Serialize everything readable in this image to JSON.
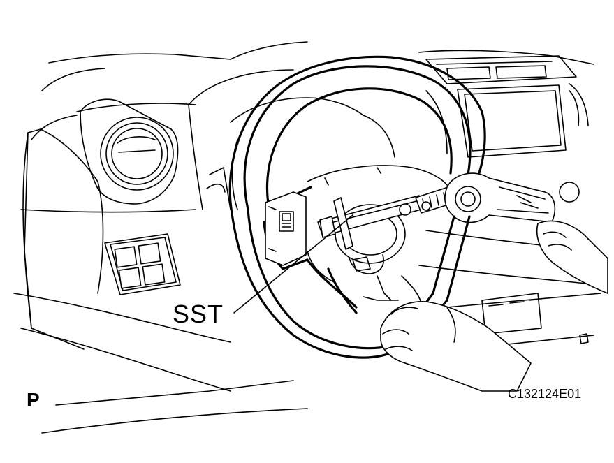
{
  "callout_label": "SST",
  "view_marker": "P",
  "figure_code": "C132124E01",
  "colors": {
    "ink": "#000000",
    "paper": "#ffffff"
  }
}
